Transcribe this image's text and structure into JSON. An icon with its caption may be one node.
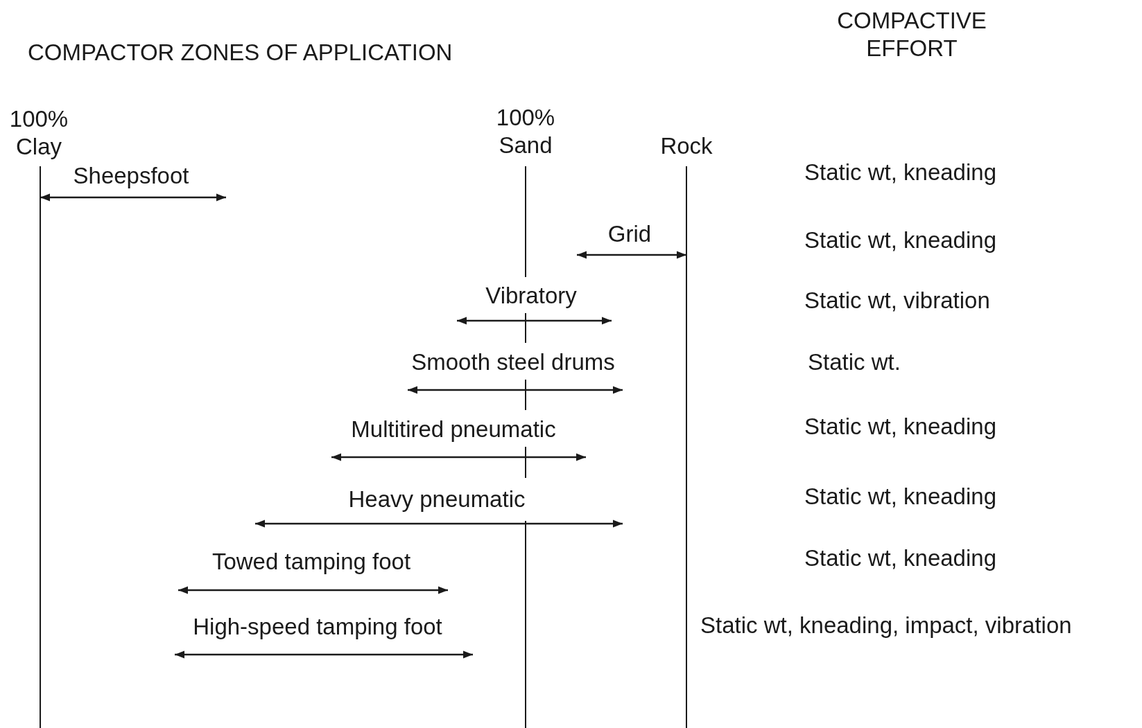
{
  "diagram": {
    "title": "COMPACTOR ZONES OF APPLICATION",
    "labels": [
      "COMPACTIVE EFFORT",
      "100% Clay",
      "100% Sand",
      "Rock",
      "Sheepsfoot",
      "Static wt, kneading",
      "Grid",
      "Static wt, kneading",
      "Vibratory",
      "Static wt, vibration",
      "Smooth steel drums",
      "Static wt.",
      "Multitired pneumatic",
      "Static wt, kneading",
      "Heavy pneumatic",
      "Static wt, kneading",
      "Towed tamping foot",
      "Static wt, kneading",
      "High-speed tamping foot",
      "Static wt, kneading, impact, vibration"
    ]
  }
}
